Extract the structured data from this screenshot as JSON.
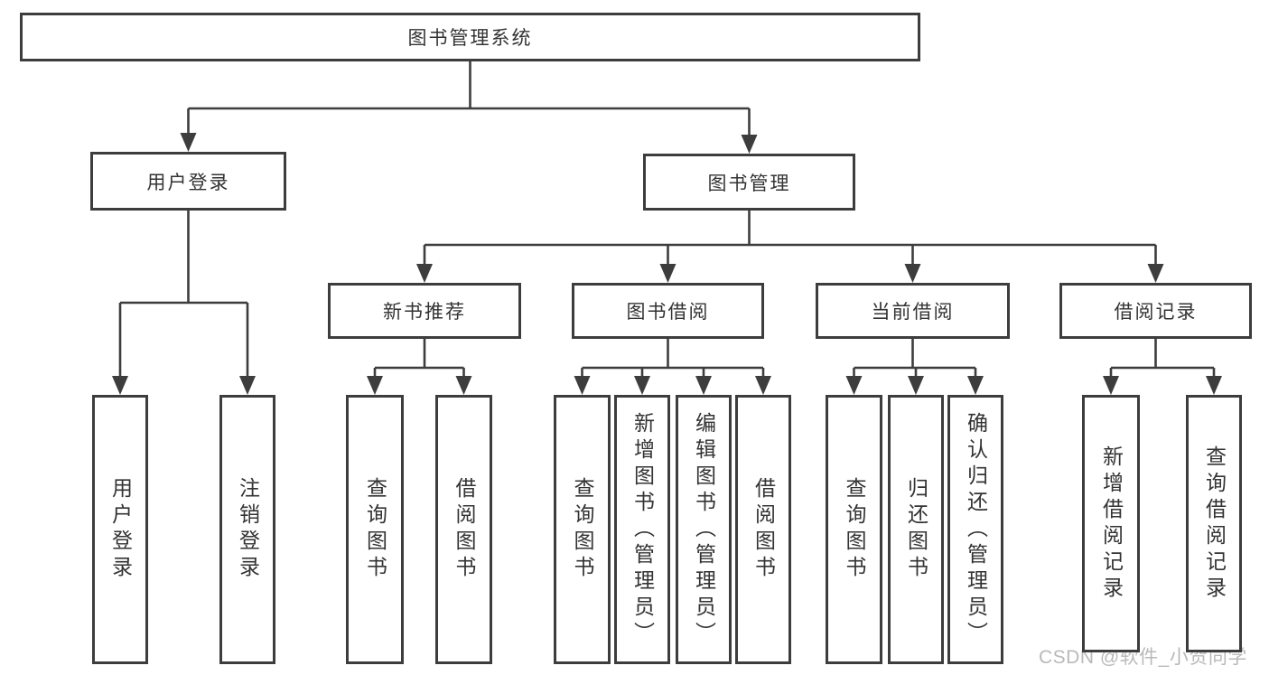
{
  "colors": {
    "line": "#3d3d3d",
    "box_border": "#3d3d3d",
    "box_background": "#ffffff",
    "text": "#333333",
    "watermark_text": "#b9b9b9"
  },
  "watermark": {
    "text": "CSDN @软件_小贺同学"
  },
  "diagram": {
    "title": "图书管理系统",
    "nodes": [
      {
        "id": "root",
        "label": "图书管理系统",
        "parent": null
      },
      {
        "id": "login",
        "label": "用户登录",
        "parent": "root"
      },
      {
        "id": "books",
        "label": "图书管理",
        "parent": "root"
      },
      {
        "id": "newrec",
        "label": "新书推荐",
        "parent": "books"
      },
      {
        "id": "borrow",
        "label": "图书借阅",
        "parent": "books"
      },
      {
        "id": "current",
        "label": "当前借阅",
        "parent": "books"
      },
      {
        "id": "records",
        "label": "借阅记录",
        "parent": "books"
      },
      {
        "id": "leaf-user-login",
        "label": "用户登录",
        "parent": "login"
      },
      {
        "id": "leaf-logout",
        "label": "注销登录",
        "parent": "login"
      },
      {
        "id": "leaf-query-books-newrec",
        "label": "查询图书",
        "parent": "newrec"
      },
      {
        "id": "leaf-borrow-books-newrec",
        "label": "借阅图书",
        "parent": "newrec"
      },
      {
        "id": "leaf-query-books-borrow",
        "label": "查询图书",
        "parent": "borrow"
      },
      {
        "id": "leaf-add-books-admin",
        "label": "新增图书（管理员）",
        "parent": "borrow"
      },
      {
        "id": "leaf-edit-books-admin",
        "label": "编辑图书（管理员）",
        "parent": "borrow"
      },
      {
        "id": "leaf-borrow-books-borrow",
        "label": "借阅图书",
        "parent": "borrow"
      },
      {
        "id": "leaf-query-books-current",
        "label": "查询图书",
        "parent": "current"
      },
      {
        "id": "leaf-return-books",
        "label": "归还图书",
        "parent": "current"
      },
      {
        "id": "leaf-confirm-return-admin",
        "label": "确认归还（管理员）",
        "parent": "current"
      },
      {
        "id": "leaf-add-borrow-record",
        "label": "新增借阅记录",
        "parent": "records"
      },
      {
        "id": "leaf-query-borrow-record",
        "label": "查询借阅记录",
        "parent": "records"
      }
    ]
  }
}
